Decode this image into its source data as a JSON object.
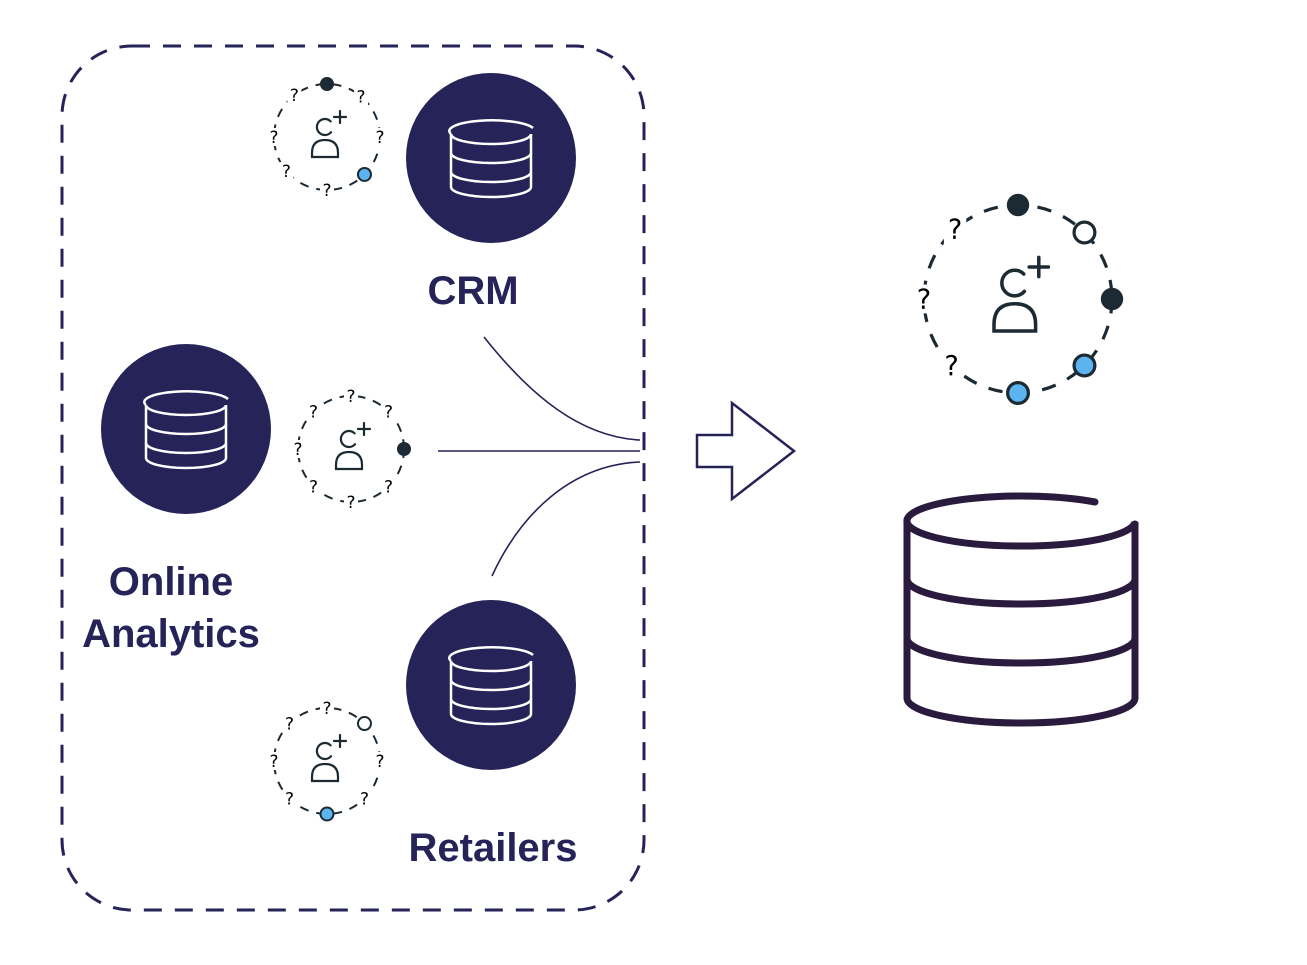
{
  "sources": [
    {
      "id": "crm",
      "label": "CRM"
    },
    {
      "id": "online-analytics",
      "label_lines": [
        "Online",
        "Analytics"
      ]
    },
    {
      "id": "retailers",
      "label": "Retailers"
    }
  ],
  "profile_ring": {
    "unknown_mark": "?"
  },
  "icons": {
    "database": "database-icon",
    "user": "user-add-icon",
    "arrow": "arrow-right-icon"
  },
  "colors": {
    "navy": "#262358",
    "dark": "#1c2a33",
    "blue_dot": "#5bb3f0",
    "white": "#ffffff",
    "target_db": "#2a1a3e"
  }
}
